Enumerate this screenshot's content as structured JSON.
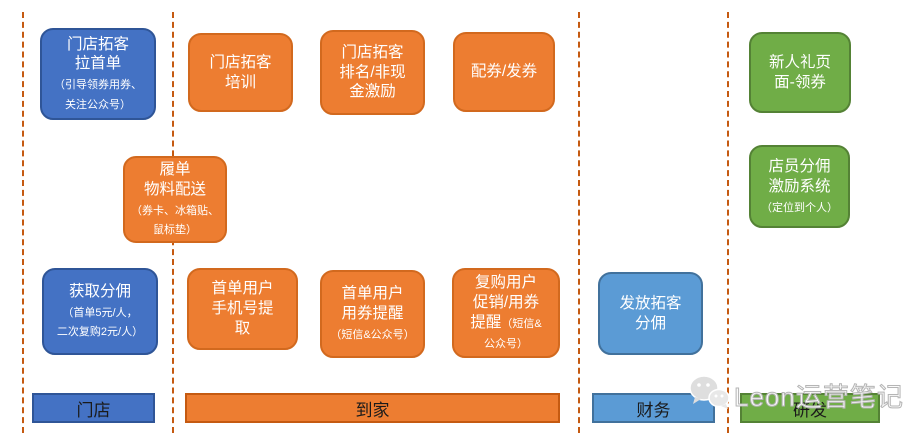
{
  "diagram_title": "",
  "colors": {
    "box_blue": "#4472C4",
    "box_orange": "#ED7D31",
    "box_green": "#70AD47",
    "box_lightblue": "#5B9BD5",
    "lane_divider": "#C55A11",
    "box_text": "#FFFFFF",
    "bar_text": "#1A1A1A"
  },
  "boxes": [
    {
      "id": "store-acquire-first-order",
      "color": "blue",
      "main": "门店拓客\n拉首单",
      "note": "\n（引导领券用券、\n关注公众号）"
    },
    {
      "id": "store-acquire-training",
      "color": "orange",
      "main": "门店拓客\n培训",
      "note": ""
    },
    {
      "id": "store-acquire-ranking",
      "color": "orange",
      "main": "门店拓客\n排名/非现\n金激励",
      "note": ""
    },
    {
      "id": "coupon-allocate-issue",
      "color": "orange",
      "main": "配券/发券",
      "note": ""
    },
    {
      "id": "newcomer-gift-page",
      "color": "green",
      "main": "新人礼页\n面-领券",
      "note": ""
    },
    {
      "id": "fulfillment-materials",
      "color": "orange",
      "main": "履单\n物料配送",
      "note": "\n（券卡、冰箱贴、\n鼠标垫）"
    },
    {
      "id": "clerk-commission-system",
      "color": "green",
      "main": "店员分佣\n激励系统",
      "note": "\n（定位到个人）"
    },
    {
      "id": "get-commission",
      "color": "blue",
      "main": "获取分佣",
      "note": "\n（首单5元/人，\n二次复购2元/人）"
    },
    {
      "id": "first-order-phone-extract",
      "color": "orange",
      "main": "首单用户\n手机号提\n取",
      "note": ""
    },
    {
      "id": "first-order-coupon-remind",
      "color": "orange",
      "main": "首单用户\n用券提醒",
      "note": "\n（短信&公众号）"
    },
    {
      "id": "repurchase-promo-remind",
      "color": "orange",
      "main": "复购用户\n促销/用券\n提醒",
      "note": "（短信&\n公众号）"
    },
    {
      "id": "pay-acquire-commission",
      "color": "lightblue",
      "main": "发放拓客\n分佣",
      "note": ""
    }
  ],
  "lanes": [
    {
      "id": "store",
      "label": "门店",
      "color": "#4472C4"
    },
    {
      "id": "to-home",
      "label": "到家",
      "color": "#ED7D31"
    },
    {
      "id": "finance",
      "label": "财务",
      "color": "#5B9BD5"
    },
    {
      "id": "rd",
      "label": "研发",
      "color": "#70AD47"
    }
  ],
  "watermark": {
    "text": "Leon运营笔记",
    "icon": "wechat-icon"
  }
}
